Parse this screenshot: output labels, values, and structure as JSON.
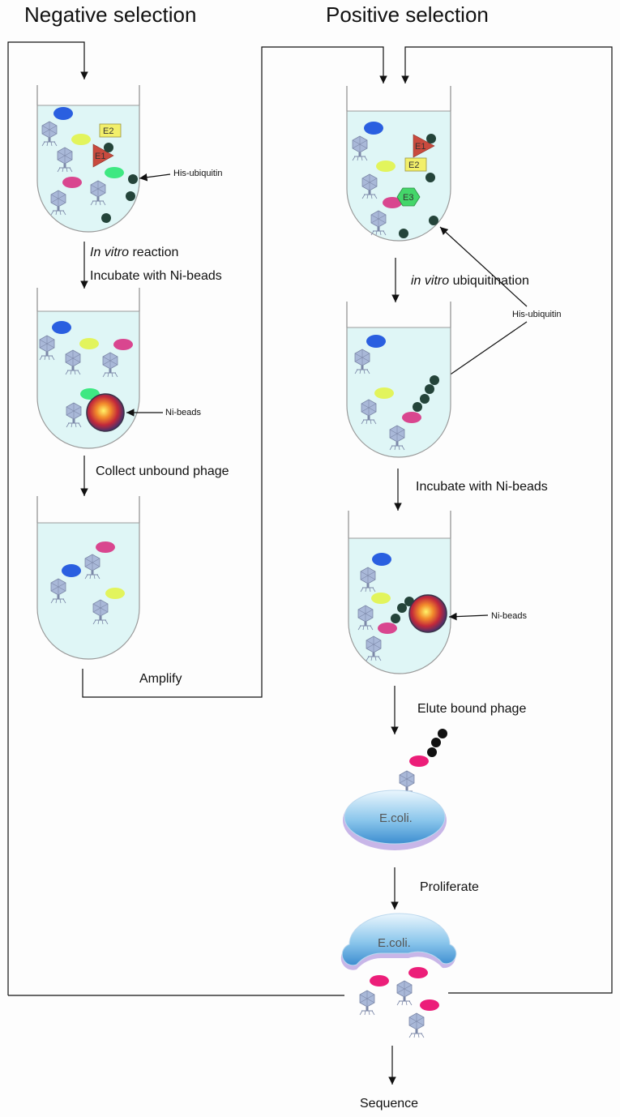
{
  "titles": {
    "negative": "Negative selection",
    "positive": "Positive selection"
  },
  "steps": {
    "in_vitro_italic": "In vitro",
    "in_vitro_rest": " reaction",
    "incubate_neg": "Incubate with Ni-beads",
    "collect": "Collect unbound phage",
    "amplify": "Amplify",
    "ubiq_italic": "in vitro",
    "ubiq_rest": " ubiquitination",
    "incubate_pos": "Incubate with Ni-beads",
    "elute": "Elute bound phage",
    "proliferate": "Proliferate",
    "sequence": "Sequence"
  },
  "labels": {
    "his_ubiquitin_1": "His-ubiquitin",
    "his_ubiquitin_2": "His-ubiquitin",
    "ni_beads_1": "Ni-beads",
    "ni_beads_2": "Ni-beads",
    "e1": "E1",
    "e2": "E2",
    "e3": "E3",
    "ecoli_1": "E.coli.",
    "ecoli_2": "E.coli."
  },
  "colors": {
    "tube_fill": "#dff6f6",
    "tube_stroke": "#9a9a9a",
    "blue": "#2a5fe0",
    "yellow": "#e2f45c",
    "magenta": "#d9468f",
    "hot_pink": "#ec1e79",
    "green": "#3ee882",
    "ubiquitin": "#24443a",
    "e1_red": "#c94a3e",
    "e2_yellow": "#f2ef6a",
    "e3_green": "#44d66a",
    "phage": "#a9b8d8"
  }
}
